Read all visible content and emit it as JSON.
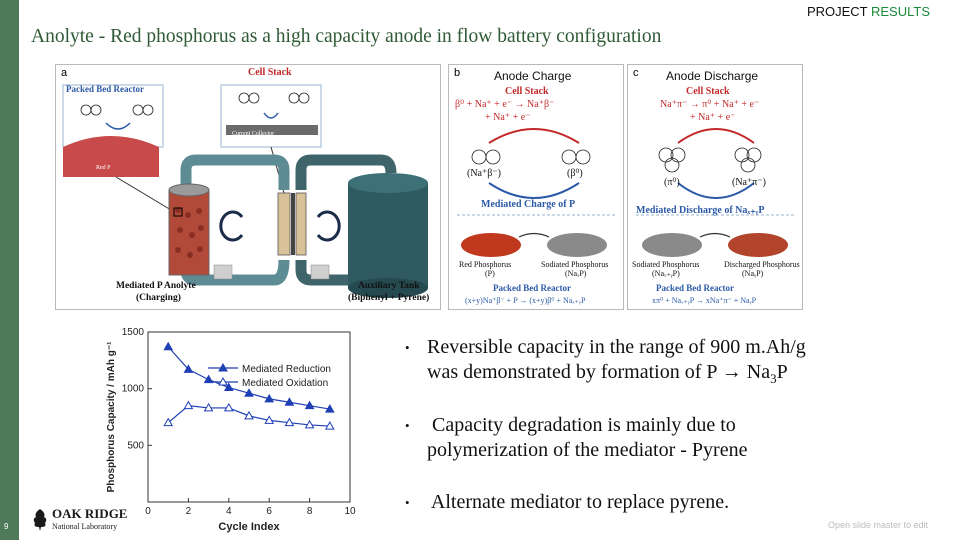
{
  "header": {
    "project": "PROJECT",
    "results": "RESULTS"
  },
  "title": "Anolyte - Red phosphorus as a high capacity anode in flow battery configuration",
  "page_number": "9",
  "panel_a": {
    "letter": "a",
    "cell_stack": "Cell Stack",
    "packed_bed_reactor": "Packed Bed Reactor",
    "current_collector": "Current Collector",
    "red_p": "Red P",
    "anolyte_line1": "Mediated P Anolyte",
    "anolyte_line2": "(Charging)",
    "tank_line1": "Auxiliary Tank",
    "tank_line2": "(Biphenyl + Pyrene)"
  },
  "panel_b": {
    "letter": "b",
    "heading": "Anode Charge",
    "cell_stack": "Cell Stack",
    "eq1": "β⁰ + Na⁺ + e⁻ → Na⁺β⁻",
    "eq2": "+ Na⁺ + e⁻",
    "species_left": "(Na⁺β⁻)",
    "species_right": "(β⁰)",
    "mediated": "Mediated Charge of P",
    "powder_left": "Red Phosphorus",
    "powder_left_sub": "(P)",
    "powder_right": "Sodiated Phosphorus",
    "powder_right_sub": "(NaₓP)",
    "packed_bed_reactor": "Packed Bed Reactor",
    "reaction": "(x+y)Na⁺β⁻ + P → (x+y)β⁰ + Naₓ₊ᵧP"
  },
  "panel_c": {
    "letter": "c",
    "heading": "Anode Discharge",
    "cell_stack": "Cell Stack",
    "eq1": "Na⁺π⁻ → π⁰ + Na⁺ + e⁻",
    "eq2": "+ Na⁺ + e⁻",
    "species_left": "(π⁰)",
    "species_right": "(Na⁺π⁻)",
    "mediated": "Mediated Discharge of Naₓ₊ᵧP",
    "powder_left": "Sodiated Phosphorus",
    "powder_left_sub": "(Naₓ₊ᵧP)",
    "powder_right": "Discharged Phosphorus",
    "powder_right_sub": "(NaᵧP)",
    "packed_bed_reactor": "Packed Bed Reactor",
    "reaction": "xπ⁰ + Naₓ₊ᵧP → xNa⁺π⁻ + NaᵧP"
  },
  "chart_data": {
    "type": "line",
    "xlabel": "Cycle Index",
    "ylabel": "Phosphorus Capacity / mAh g⁻¹",
    "xlim": [
      0,
      10
    ],
    "ylim": [
      0,
      1500
    ],
    "x_ticks": [
      "0",
      "2",
      "4",
      "6",
      "8",
      "10"
    ],
    "y_ticks": [
      "500",
      "1000",
      "1500"
    ],
    "legend_position": "top-right",
    "series": [
      {
        "name": "Mediated Reduction",
        "x": [
          1,
          2,
          3,
          4,
          5,
          6,
          7,
          8,
          9
        ],
        "values": [
          1370,
          1170,
          1080,
          1010,
          960,
          910,
          880,
          850,
          820
        ],
        "color": "#1f3fb5",
        "marker": "filled-triangle"
      },
      {
        "name": "Mediated Oxidation",
        "x": [
          1,
          2,
          3,
          4,
          5,
          6,
          7,
          8,
          9
        ],
        "values": [
          700,
          850,
          830,
          830,
          760,
          720,
          700,
          680,
          670
        ],
        "color": "#1f3fb5",
        "marker": "open-triangle"
      }
    ]
  },
  "bullets": [
    {
      "line1": "Reversible capacity in the range of 900 m.Ah/g",
      "line2a": "was demonstrated by formation of  P ",
      "line2b": " Na",
      "line2sub": "3",
      "line2c": "P"
    },
    {
      "line1": " Capacity degradation is mainly due to",
      "line2": "polymerization of the mediator - Pyrene"
    },
    {
      "line1": " Alternate mediator to replace pyrene."
    }
  ],
  "logo": {
    "name": "OAK RIDGE",
    "sub": "National Laboratory"
  },
  "footer_note": "Open slide master to edit",
  "colors": {
    "sidebar": "#4f7a5a",
    "title": "#2f5a36",
    "accent": "#1b8a3a",
    "chart_series": "#1f3fb5"
  }
}
